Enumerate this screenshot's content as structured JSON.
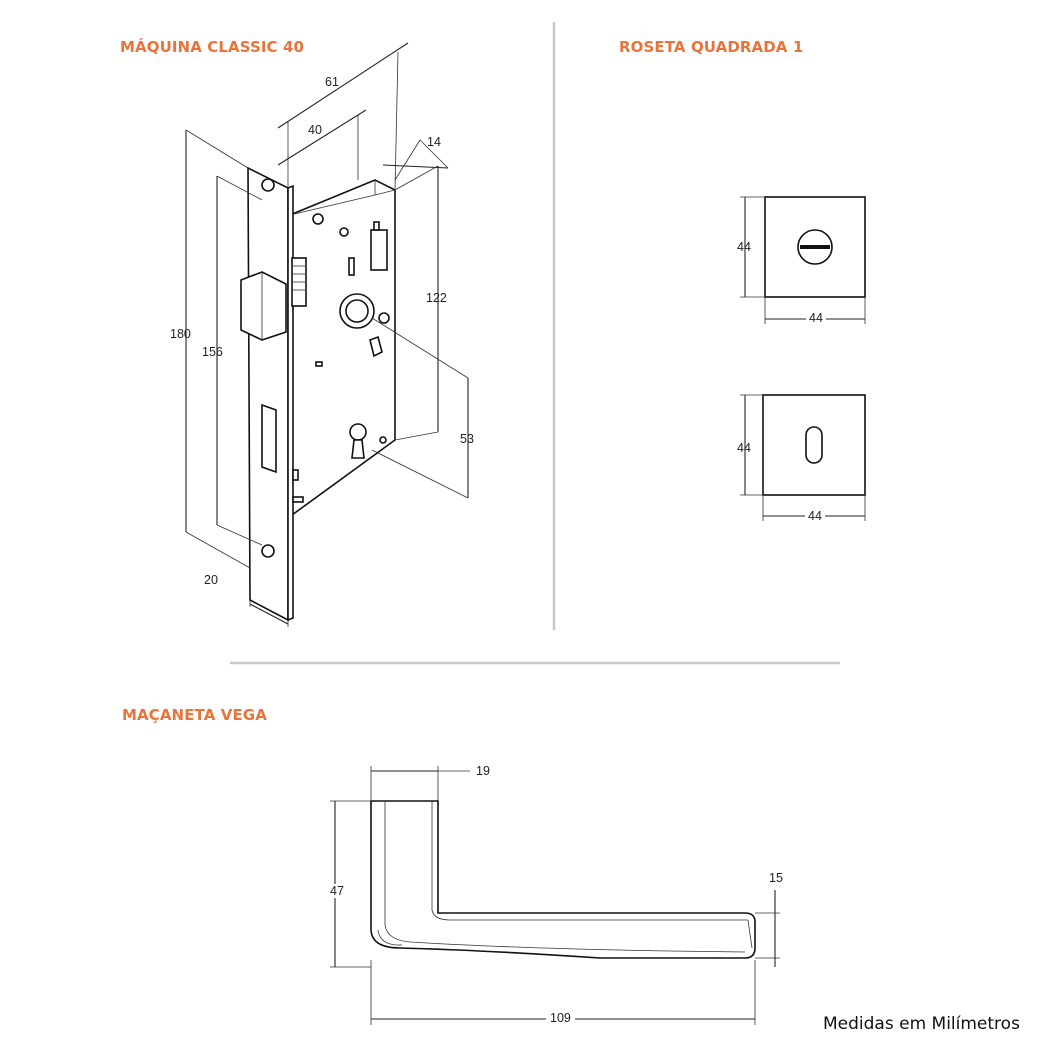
{
  "sections": {
    "lock": {
      "title": "MÁQUINA CLASSIC 40"
    },
    "rosette": {
      "title": "ROSETA QUADRADA 1"
    },
    "handle": {
      "title": "MAÇANETA VEGA"
    }
  },
  "lock_dims": {
    "d61": "61",
    "d40": "40",
    "d14": "14",
    "d180": "180",
    "d156": "156",
    "d122": "122",
    "d53": "53",
    "d20": "20"
  },
  "rosette_dims": {
    "top": {
      "height": "44",
      "width": "44"
    },
    "bottom": {
      "height": "44",
      "width": "44"
    }
  },
  "handle_dims": {
    "d19": "19",
    "d47": "47",
    "d15": "15",
    "d109": "109"
  },
  "footer": {
    "units_note": "Medidas em Milímetros"
  },
  "colors": {
    "accent": "#e8743b",
    "line": "#222222",
    "divider": "#c8c8c8"
  }
}
